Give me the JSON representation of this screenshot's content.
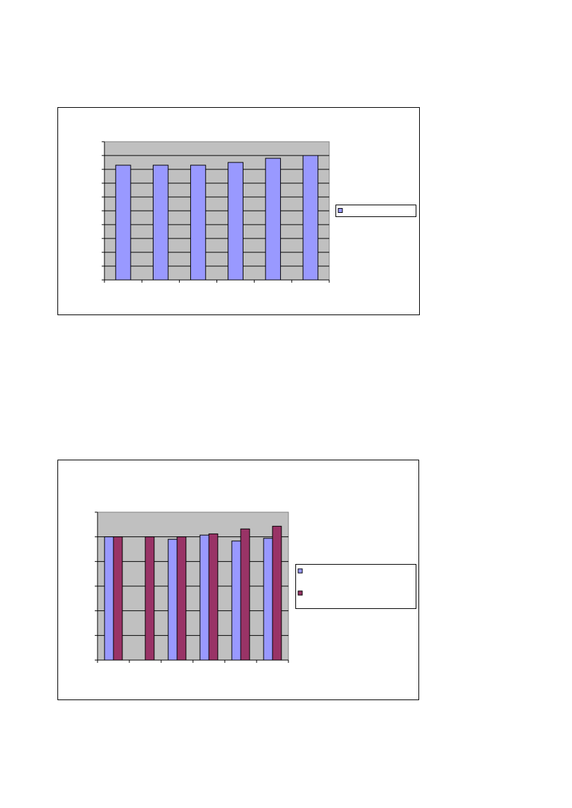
{
  "chart_data": [
    {
      "type": "bar",
      "title": "",
      "xlabel": "",
      "ylabel": "",
      "categories": [
        "",
        "",
        "",
        "",
        "",
        ""
      ],
      "ylim": [
        0,
        10
      ],
      "y_gridlines": 10,
      "grid": true,
      "legend_position": "right",
      "series": [
        {
          "name": "",
          "color": "#9999FF",
          "values": [
            8.3,
            8.3,
            8.3,
            8.5,
            8.8,
            9.0
          ]
        }
      ]
    },
    {
      "type": "bar",
      "title": "",
      "xlabel": "",
      "ylabel": "",
      "categories": [
        "",
        "",
        "",
        "",
        "",
        ""
      ],
      "ylim": [
        0,
        6
      ],
      "y_gridlines": 6,
      "grid": true,
      "legend_position": "right",
      "series": [
        {
          "name": "",
          "color": "#9999FF",
          "values": [
            5.0,
            0,
            4.9,
            5.07,
            4.83,
            4.94
          ]
        },
        {
          "name": "",
          "color": "#993366",
          "values": [
            5.0,
            5.0,
            5.0,
            5.12,
            5.32,
            5.43
          ]
        }
      ]
    }
  ]
}
